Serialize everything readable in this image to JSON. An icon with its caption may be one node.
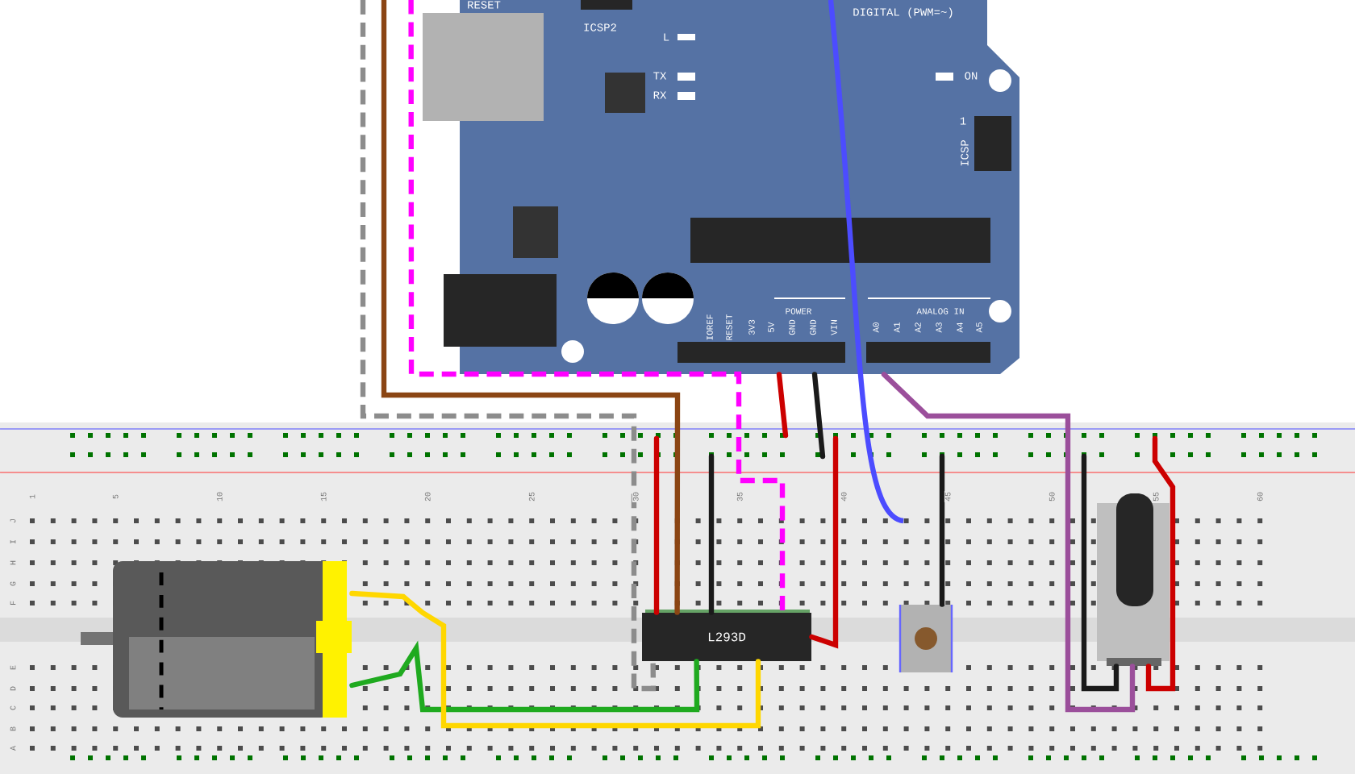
{
  "diagram": {
    "nodes": [
      {
        "text": [],
        "shape": "picture"
      },
      {
        "text": [],
        "shape": "picture"
      },
      {
        "text": [
          "L293D"
        ]
      },
      {
        "text": [],
        "shape": "picture"
      },
      {
        "text": [],
        "shape": "picture"
      }
    ],
    "edges": [
      {
        "from": null,
        "to": 2,
        "arrow": "none",
        "style": "dashed",
        "color": "#8c8c8c"
      },
      {
        "from": null,
        "to": 2,
        "arrow": "none",
        "color": "#8b4513"
      },
      {
        "from": 0,
        "to": 2,
        "arrow": "none",
        "style": "dashed",
        "color": "#ff00ff"
      },
      {
        "from": null,
        "to": 2,
        "arrow": "none",
        "color": "#cc0000"
      },
      {
        "from": null,
        "to": 2,
        "arrow": "none",
        "color": "#1a1a1a"
      },
      {
        "from": null,
        "to": 2,
        "arrow": "none",
        "color": "#cc0000"
      },
      {
        "from": 1,
        "to": 2,
        "arrow": "none",
        "color": "#1faa1f"
      },
      {
        "from": 1,
        "to": 2,
        "arrow": "none",
        "color": "#ffd700"
      },
      {
        "from": null,
        "to": 3,
        "arrow": "none",
        "color": "#1a1a1a"
      },
      {
        "from": 0,
        "to": 4,
        "arrow": "none",
        "color": "#9b4f9b"
      },
      {
        "from": null,
        "to": 4,
        "arrow": "none",
        "color": "#1a1a1a"
      },
      {
        "from": null,
        "to": 4,
        "arrow": "none",
        "color": "#cc0000"
      },
      {
        "from": 0,
        "to": null,
        "arrow": "none",
        "color": "#cc0000"
      },
      {
        "from": 0,
        "to": null,
        "arrow": "none",
        "color": "#1a1a1a"
      }
    ],
    "labels": [
      "RESET",
      "ICSP2",
      "DIGITAL (PWM=~)",
      "L",
      "TX",
      "RX",
      "ON",
      "1",
      "ICSP",
      "POWER",
      "ANALOG IN",
      "IOREF",
      "RESET",
      "3V3",
      "5V",
      "GND",
      "GND",
      "VIN",
      "A0",
      "A1",
      "A2",
      "A3",
      "A4",
      "A5",
      "1",
      "5",
      "10",
      "15",
      "20",
      "25",
      "30",
      "35",
      "40",
      "45",
      "50",
      "55",
      "60",
      "J",
      "I",
      "H",
      "G",
      "F",
      "E",
      "D",
      "C",
      "B",
      "A"
    ]
  }
}
